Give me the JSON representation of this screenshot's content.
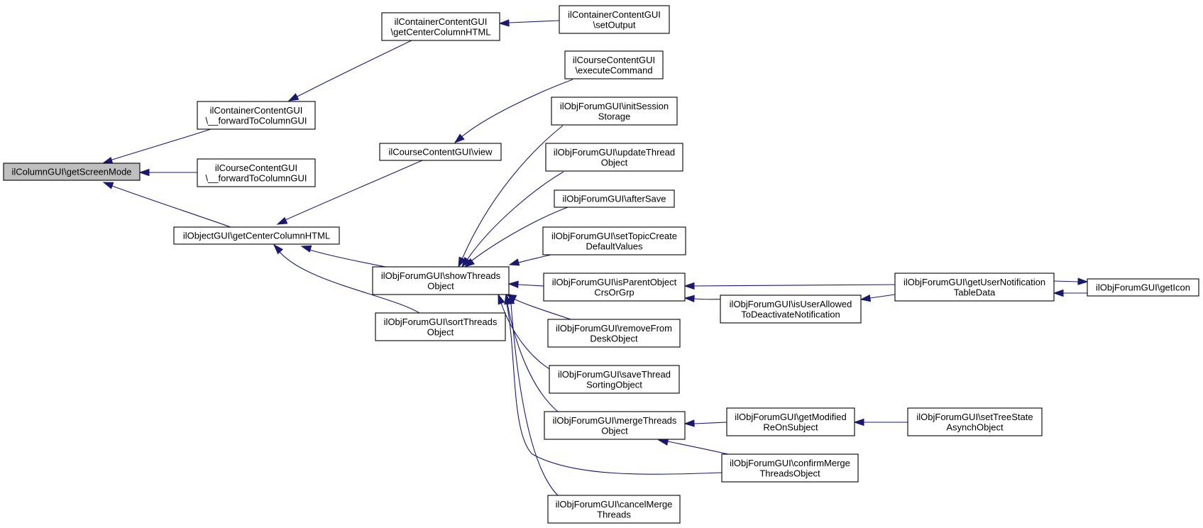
{
  "diagram": {
    "nodes": [
      {
        "id": "root",
        "lines": [
          "ilColumnGUI\\getScreenMode"
        ],
        "root": true
      },
      {
        "id": "cc_fwd",
        "lines": [
          "ilContainerContentGUI",
          "\\__forwardToColumnGUI"
        ]
      },
      {
        "id": "co_fwd",
        "lines": [
          "ilCourseContentGUI",
          "\\__forwardToColumnGUI"
        ]
      },
      {
        "id": "og_center",
        "lines": [
          "ilObjectGUI\\getCenterColumnHTML"
        ]
      },
      {
        "id": "cc_center",
        "lines": [
          "ilContainerContentGUI",
          "\\getCenterColumnHTML"
        ]
      },
      {
        "id": "cc_setout",
        "lines": [
          "ilContainerContentGUI",
          "\\setOutput"
        ]
      },
      {
        "id": "co_view",
        "lines": [
          "ilCourseContentGUI\\view"
        ]
      },
      {
        "id": "co_exec",
        "lines": [
          "ilCourseContentGUI",
          "\\executeCommand"
        ]
      },
      {
        "id": "show_thr",
        "lines": [
          "ilObjForumGUI\\showThreads",
          "Object"
        ]
      },
      {
        "id": "sort_thr",
        "lines": [
          "ilObjForumGUI\\sortThreads",
          "Object"
        ]
      },
      {
        "id": "init_sess",
        "lines": [
          "ilObjForumGUI\\initSession",
          "Storage"
        ]
      },
      {
        "id": "upd_thr",
        "lines": [
          "ilObjForumGUI\\updateThread",
          "Object"
        ]
      },
      {
        "id": "after_save",
        "lines": [
          "ilObjForumGUI\\afterSave"
        ]
      },
      {
        "id": "set_topic",
        "lines": [
          "ilObjForumGUI\\setTopicCreate",
          "DefaultValues"
        ]
      },
      {
        "id": "is_parent",
        "lines": [
          "ilObjForumGUI\\isParentObject",
          "CrsOrGrp"
        ]
      },
      {
        "id": "remove_desk",
        "lines": [
          "ilObjForumGUI\\removeFrom",
          "DeskObject"
        ]
      },
      {
        "id": "save_sort",
        "lines": [
          "ilObjForumGUI\\saveThread",
          "SortingObject"
        ]
      },
      {
        "id": "merge_thr",
        "lines": [
          "ilObjForumGUI\\mergeThreads",
          "Object"
        ]
      },
      {
        "id": "cancel_merge",
        "lines": [
          "ilObjForumGUI\\cancelMerge",
          "Threads"
        ]
      },
      {
        "id": "user_allowed",
        "lines": [
          "ilObjForumGUI\\isUserAllowed",
          "ToDeactivateNotification"
        ]
      },
      {
        "id": "get_modified",
        "lines": [
          "ilObjForumGUI\\getModified",
          "ReOnSubject"
        ]
      },
      {
        "id": "confirm_merge",
        "lines": [
          "ilObjForumGUI\\confirmMerge",
          "ThreadsObject"
        ]
      },
      {
        "id": "user_notif",
        "lines": [
          "ilObjForumGUI\\getUserNotification",
          "TableData"
        ]
      },
      {
        "id": "get_icon",
        "lines": [
          "ilObjForumGUI\\getIcon"
        ]
      },
      {
        "id": "tree_state",
        "lines": [
          "ilObjForumGUI\\setTreeState",
          "AsynchObject"
        ]
      }
    ],
    "edges": [
      {
        "from": "cc_fwd",
        "to": "root"
      },
      {
        "from": "co_fwd",
        "to": "root"
      },
      {
        "from": "og_center",
        "to": "root"
      },
      {
        "from": "cc_center",
        "to": "cc_fwd"
      },
      {
        "from": "cc_setout",
        "to": "cc_center"
      },
      {
        "from": "co_view",
        "to": "og_center"
      },
      {
        "from": "co_exec",
        "to": "co_view"
      },
      {
        "from": "show_thr",
        "to": "og_center"
      },
      {
        "from": "sort_thr",
        "to": "og_center"
      },
      {
        "from": "init_sess",
        "to": "show_thr"
      },
      {
        "from": "upd_thr",
        "to": "show_thr"
      },
      {
        "from": "after_save",
        "to": "show_thr"
      },
      {
        "from": "set_topic",
        "to": "show_thr"
      },
      {
        "from": "is_parent",
        "to": "show_thr"
      },
      {
        "from": "remove_desk",
        "to": "show_thr"
      },
      {
        "from": "save_sort",
        "to": "show_thr"
      },
      {
        "from": "merge_thr",
        "to": "show_thr"
      },
      {
        "from": "confirm_merge",
        "to": "show_thr"
      },
      {
        "from": "cancel_merge",
        "to": "show_thr"
      },
      {
        "from": "user_notif",
        "to": "is_parent"
      },
      {
        "from": "user_allowed",
        "to": "is_parent"
      },
      {
        "from": "user_notif",
        "to": "user_allowed"
      },
      {
        "from": "get_icon",
        "to": "user_notif"
      },
      {
        "from": "user_notif",
        "to": "get_icon"
      },
      {
        "from": "get_modified",
        "to": "merge_thr"
      },
      {
        "from": "confirm_merge",
        "to": "merge_thr"
      },
      {
        "from": "tree_state",
        "to": "get_modified"
      }
    ]
  }
}
